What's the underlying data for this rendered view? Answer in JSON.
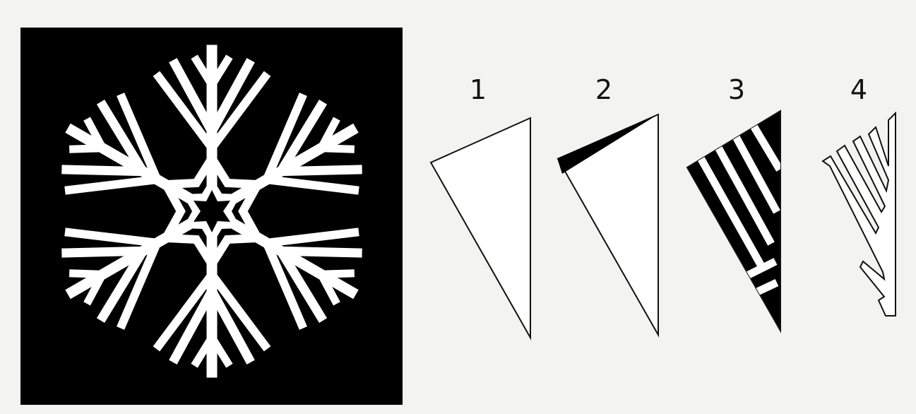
{
  "figure": {
    "steps": [
      {
        "number": "1",
        "fill": "blank"
      },
      {
        "number": "2",
        "fill": "corner-cut"
      },
      {
        "number": "3",
        "fill": "striped-cuts"
      },
      {
        "number": "4",
        "fill": "cut-outline"
      }
    ]
  },
  "colors": {
    "background": "#f3f3f1",
    "panel": "#000000",
    "snowflake": "#ffffff",
    "ink": "#111111"
  },
  "icons": {
    "snowflake": "snowflake-icon",
    "paper_triangle": "folded-paper-triangle-icon"
  }
}
